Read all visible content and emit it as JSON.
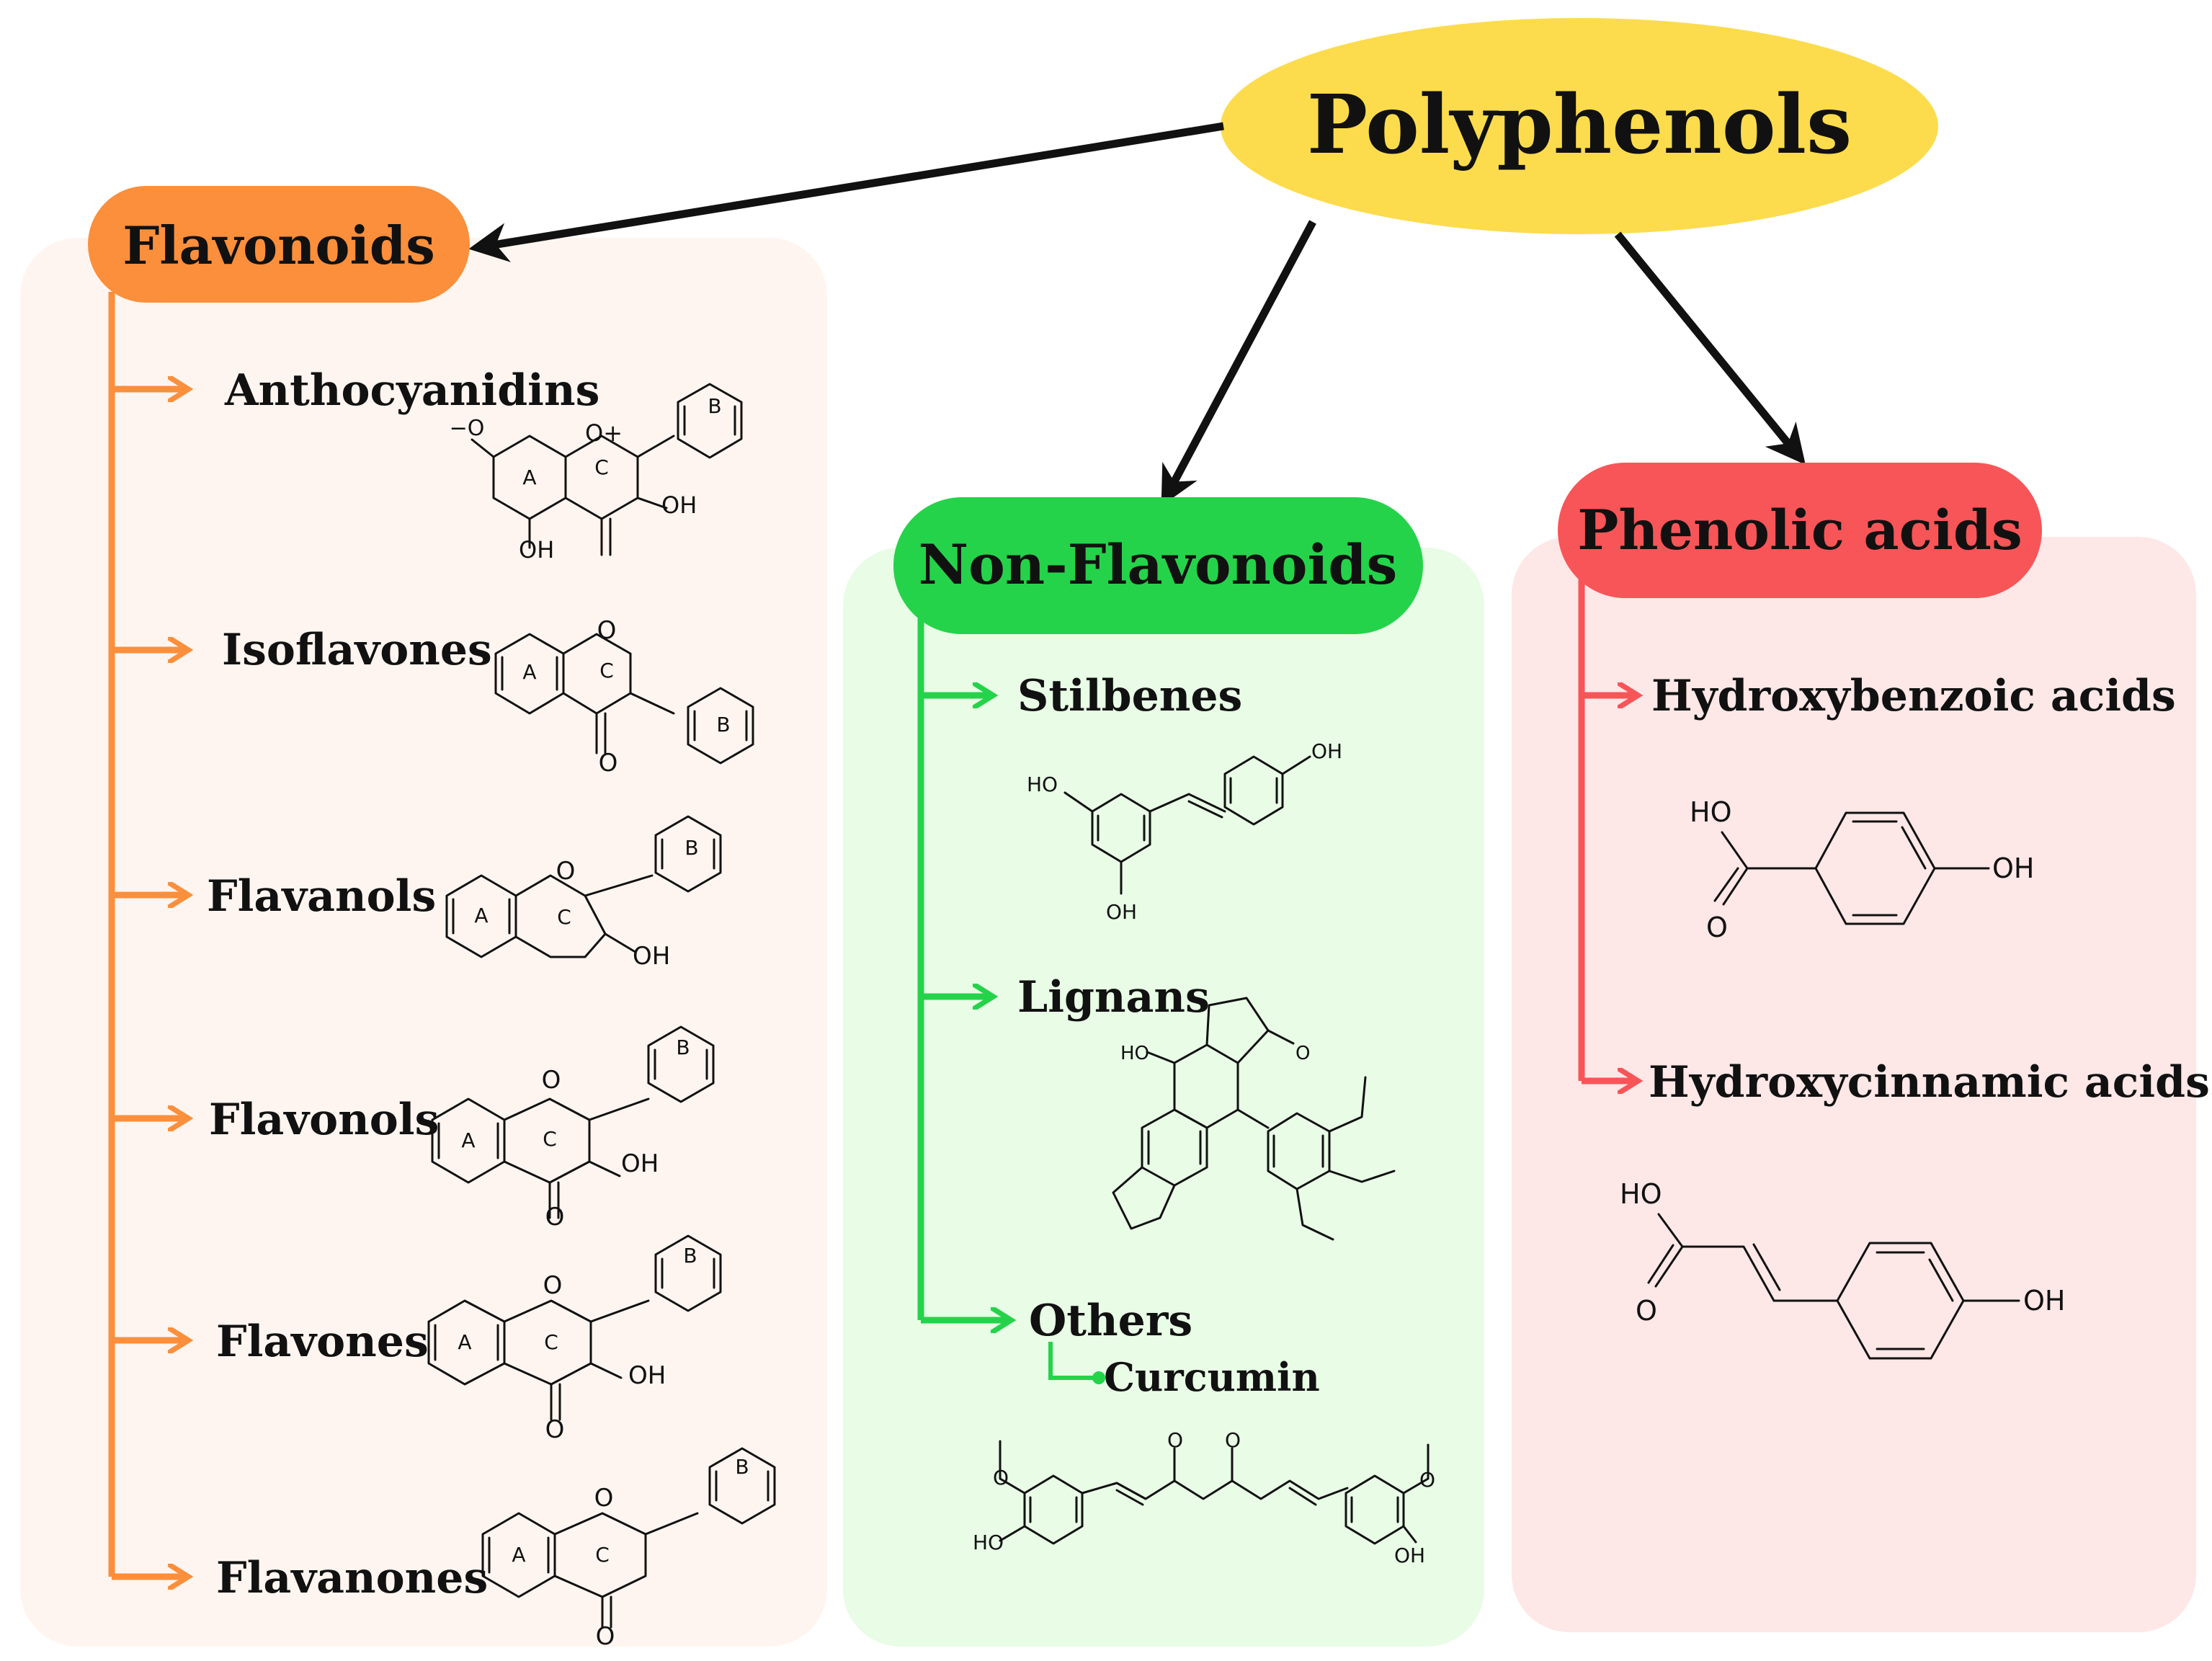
{
  "title": "Polyphenols",
  "colors": {
    "root": "#fcdc4d",
    "flavonoids": "#fb8f3c",
    "flavonoids_bg": "#fff5f0",
    "nonflavonoids": "#25d34a",
    "nonflavonoids_bg": "#e8fce6",
    "phenolic": "#f85558",
    "phenolic_bg": "#fde7e7"
  },
  "branches": {
    "flavonoids": {
      "label": "Flavonoids",
      "items": [
        "Anthocyanidins",
        "Isoflavones",
        "Flavanols",
        "Flavonols",
        "Flavones",
        "Flavanones"
      ]
    },
    "nonflavonoids": {
      "label": "Non-Flavonoids",
      "items": [
        "Stilbenes",
        "Lignans",
        "Others"
      ],
      "sub_item": "Curcumin"
    },
    "phenolic": {
      "label": "Phenolic acids",
      "items": [
        "Hydroxybenzoic acids",
        "Hydroxycinnamic acids"
      ]
    }
  },
  "structure_labels": {
    "ring_a": "A",
    "ring_b": "B",
    "ring_c": "C",
    "oxygen": "O",
    "oxygen_plus": "O+",
    "oxide": "−O",
    "hydroxyl": "OH",
    "hydroxyl_left": "HO"
  },
  "icons": [
    "arrow-icon",
    "benzene-ring-icon"
  ]
}
